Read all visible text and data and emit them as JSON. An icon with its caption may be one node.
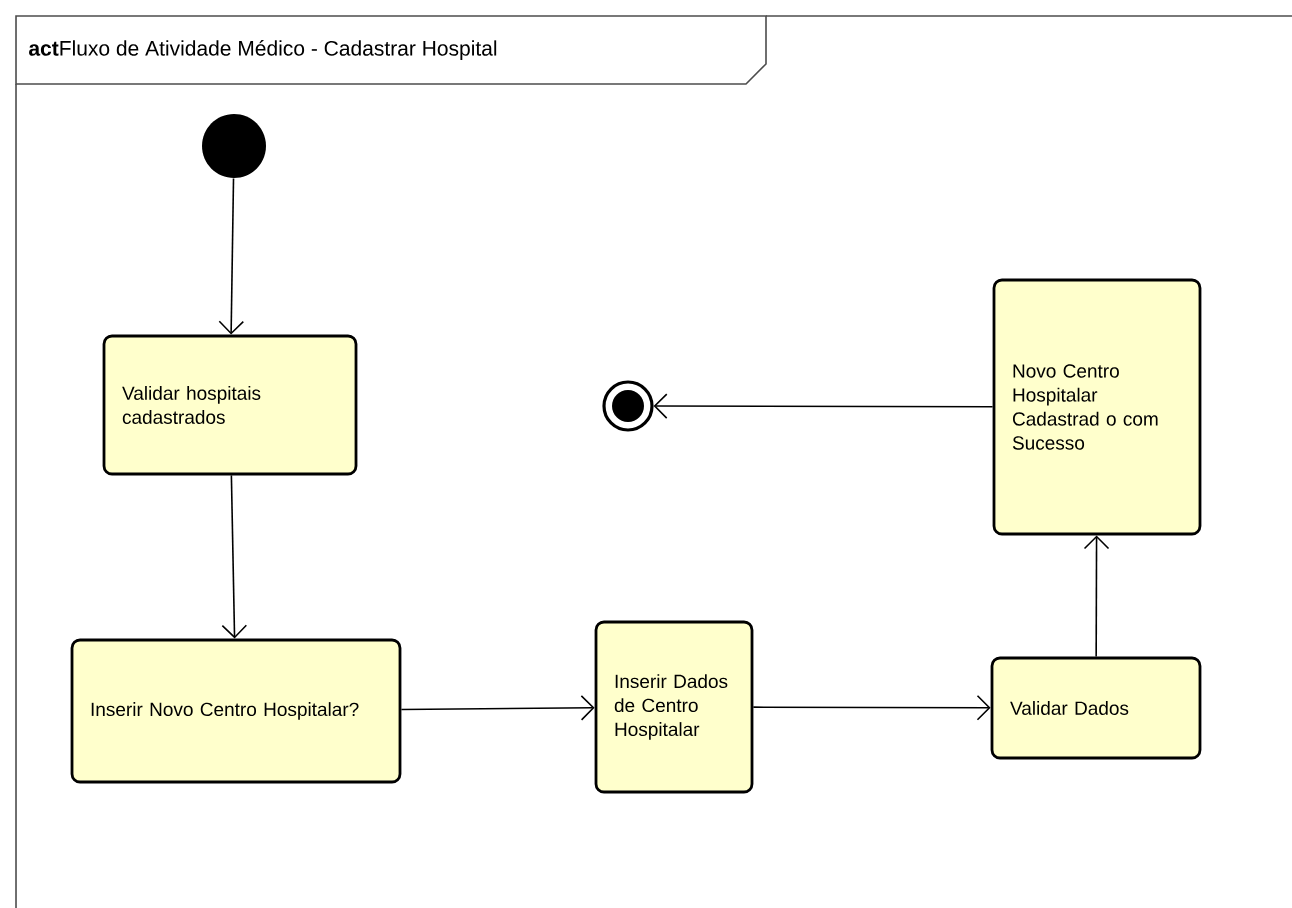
{
  "diagram": {
    "title": "**act**Fluxo de Atividade Médico - Cadastrar Hospital",
    "nodes": [
      {
        "text": [],
        "shape": "circle"
      },
      {
        "text": [
          "Validar hospitais cadastrados"
        ]
      },
      {
        "text": [
          "Inserir Novo Centro Hospitalar?"
        ]
      },
      {
        "text": [
          "Inserir Dados de Centro Hospitalar"
        ]
      },
      {
        "text": [
          "Validar Dados"
        ]
      },
      {
        "text": [
          "Novo Centro Hospitalar Cadastrad o com Sucesso"
        ]
      },
      {
        "text": [],
        "shape": "circle"
      }
    ],
    "edges": [
      {
        "from": 0,
        "to": 1,
        "arrow": "to"
      },
      {
        "from": 1,
        "to": 2,
        "arrow": "to"
      },
      {
        "from": 2,
        "to": 3,
        "arrow": "to"
      },
      {
        "from": 3,
        "to": 4,
        "arrow": "to"
      },
      {
        "from": 4,
        "to": 5,
        "arrow": "to"
      },
      {
        "from": 5,
        "to": 6,
        "arrow": "to"
      }
    ]
  }
}
